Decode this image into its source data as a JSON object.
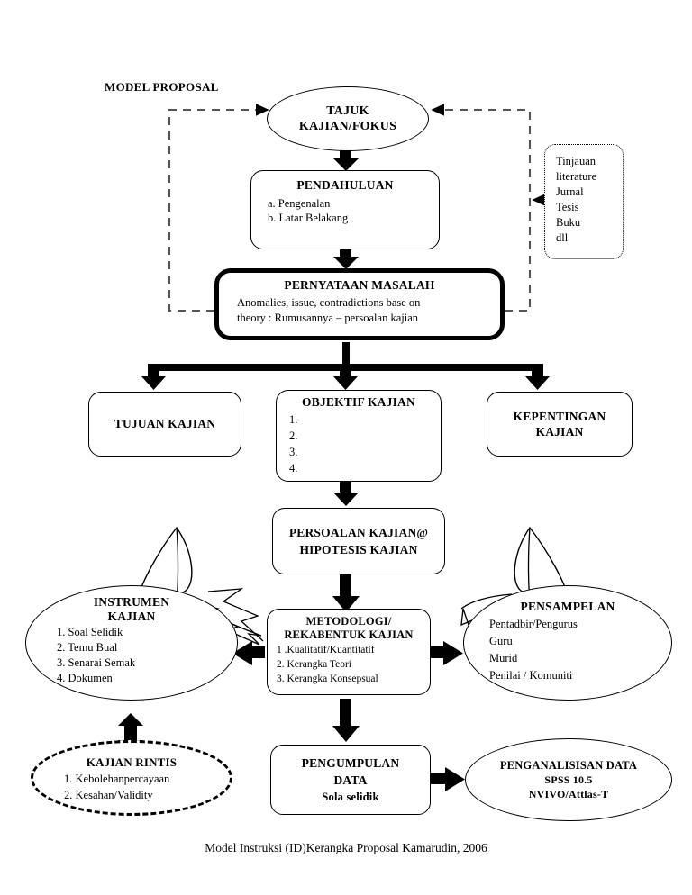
{
  "page": {
    "header_label": "MODEL PROPOSAL",
    "caption": "Model Instruksi (ID)Kerangka Proposal Kamarudin, 2006",
    "ink_color": "#000000",
    "background_color": "#ffffff"
  },
  "nodes": {
    "tajuk": {
      "title": "TAJUK KAJIAN/FOKUS",
      "shape": "ellipse"
    },
    "pendahuluan": {
      "title": "PENDAHULUAN",
      "shape": "rounded-rect",
      "items": [
        "a.  Pengenalan",
        "b.  Latar Belakang"
      ]
    },
    "literature": {
      "shape": "dotted-rounded-rect",
      "items": [
        "Tinjauan",
        "literature",
        "Jurnal",
        "Tesis",
        "Buku",
        "dll"
      ]
    },
    "pernyataan": {
      "title": "PERNYATAAN MASALAH",
      "shape": "rounded-rect-thick",
      "body_line1": "Anomalies,   issue,   contradictions   base   on",
      "body_line2": "theory :   Rumusannya – persoalan kajian"
    },
    "tujuan": {
      "title": "TUJUAN KAJIAN",
      "shape": "rounded-rect"
    },
    "objektif": {
      "title": "OBJEKTIF KAJIAN",
      "shape": "rounded-rect",
      "items": [
        "1.",
        "2.",
        "3.",
        "4."
      ]
    },
    "kepentingan": {
      "title": "KEPENTINGAN KAJIAN",
      "shape": "rounded-rect"
    },
    "persoalan": {
      "shape": "rounded-rect",
      "title_line1": "PERSOALAN KAJIAN@",
      "title_line2": "HIPOTESIS KAJIAN"
    },
    "instrumen": {
      "shape": "ellipse",
      "title_line1": "INSTRUMEN",
      "title_line2": "KAJIAN",
      "items": [
        "1.  Soal Selidik",
        "2.  Temu Bual",
        "3.  Senarai Semak",
        "4. Dokumen"
      ]
    },
    "metodologi": {
      "shape": "rounded-rect",
      "title_line1": "METODOLOGI/",
      "title_line2": "REKABENTUK KAJIAN",
      "items": [
        "1 .Kualitatif/Kuantitatif",
        "2. Kerangka Teori",
        "3. Kerangka Konsepsual"
      ]
    },
    "pensampelan": {
      "shape": "ellipse",
      "title": "PENSAMPELAN",
      "items": [
        "Pentadbir/Pengurus",
        "Guru",
        "Murid",
        "Penilai / Komuniti"
      ]
    },
    "kajian_rintis": {
      "shape": "ellipse-dashed",
      "title": "KAJIAN RINTIS",
      "items": [
        "1. Kebolehanpercayaan",
        "2.  Kesahan/Validity"
      ]
    },
    "pengumpulan": {
      "shape": "rounded-rect",
      "title_line1": "PENGUMPULAN",
      "title_line2": "DATA",
      "subtitle": "Sola selidik"
    },
    "penganalisisan": {
      "shape": "ellipse",
      "title_line1": "PENGANALISISAN DATA",
      "title_line2": "SPSS 10.5",
      "title_line3": "NVIVO/Attlas-T"
    }
  },
  "connectors": [
    {
      "name": "tajuk-to-pendahuluan",
      "style": "solid-thick-arrow"
    },
    {
      "name": "pendahuluan-to-pernyataan",
      "style": "solid-thick-arrow"
    },
    {
      "name": "pernyataan-feedback-to-tajuk-left",
      "style": "dashed-arrow"
    },
    {
      "name": "pernyataan-feedback-to-tajuk-right",
      "style": "dashed-arrow"
    },
    {
      "name": "literature-to-feedback-line",
      "style": "dashed-arrow"
    },
    {
      "name": "pernyataan-to-tujuan",
      "style": "solid-thick-arrow"
    },
    {
      "name": "pernyataan-to-objektif",
      "style": "solid-thick-arrow"
    },
    {
      "name": "pernyataan-to-kepentingan",
      "style": "solid-thick-arrow"
    },
    {
      "name": "objektif-to-persoalan",
      "style": "solid-thick-arrow"
    },
    {
      "name": "persoalan-to-metodologi",
      "style": "solid-thick-arrow"
    },
    {
      "name": "metodologi-to-instrumen",
      "style": "solid-thick-arrow"
    },
    {
      "name": "metodologi-to-pensampelan",
      "style": "solid-thick-arrow"
    },
    {
      "name": "instrumen-to-kajian-rintis",
      "style": "solid-thick-double-arrow"
    },
    {
      "name": "metodologi-to-pengumpulan",
      "style": "solid-thick-arrow"
    },
    {
      "name": "pengumpulan-to-penganalisisan",
      "style": "solid-thick-arrow"
    }
  ]
}
